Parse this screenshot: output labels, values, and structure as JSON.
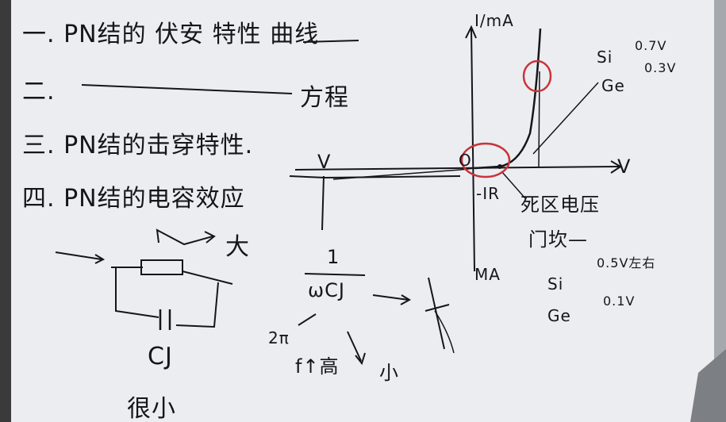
{
  "colors": {
    "board": "#eef0f2",
    "ink": "#15151a",
    "marker_red": "#c8343a"
  },
  "board_text": {
    "line1": "一. PN结的 伏安 特性 曲线",
    "line2_suffix": "方程",
    "line3": "三. PN结的击穿特性.",
    "line4": "四. PN结的电容效应",
    "arrow_big": "大",
    "cj_label": "CJ",
    "small_note": "很小",
    "v_left": "V",
    "one": "1",
    "wcj": "ωCJ",
    "two_pi": "2π",
    "f_high": "f↑高",
    "arrow_small": "小"
  },
  "graph": {
    "y_label_top": "I/mA",
    "y_label_bottom": "MA",
    "x_label": "V",
    "origin": "O",
    "neg_ir": "-IR",
    "si_label": "Si",
    "si_value": "0.7V",
    "ge_label": "Ge",
    "ge_value": "0.3V",
    "dead_zone": "死区电压",
    "threshold": "门坎—",
    "si_low_label": "Si",
    "si_low_value": "0.5V左右",
    "ge_low_label": "Ge",
    "ge_low_value": "0.1V"
  }
}
